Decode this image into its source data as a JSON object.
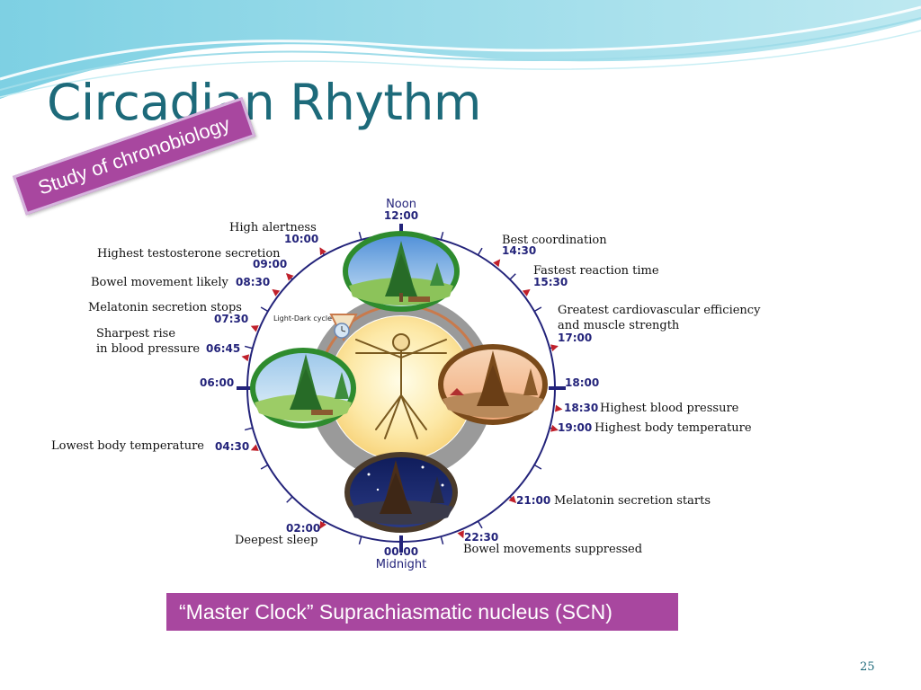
{
  "slide": {
    "title": "Circadian Rhythm",
    "tag": "Study of chronobiology",
    "caption": "“Master Clock”  Suprachiasmatic nucleus (SCN)",
    "page_number": "25"
  },
  "diagram": {
    "noon_label": "Noon",
    "noon_time": "12:00",
    "midnight_label": "Midnight",
    "midnight_time": "00:00",
    "six_am": "06:00",
    "six_pm": "18:00",
    "light_dark_label": "Light-Dark cycle",
    "events": [
      {
        "time": "10:00",
        "label": "High alertness"
      },
      {
        "time": "09:00",
        "label": "Highest testosterone secretion"
      },
      {
        "time": "08:30",
        "label": "Bowel movement likely"
      },
      {
        "time": "07:30",
        "label": "Melatonin secretion stops"
      },
      {
        "time": "06:45",
        "label_line1": "Sharpest rise",
        "label_line2": "in blood pressure"
      },
      {
        "time": "04:30",
        "label": "Lowest body temperature"
      },
      {
        "time": "02:00",
        "label": "Deepest sleep"
      },
      {
        "time": "14:30",
        "label": "Best coordination"
      },
      {
        "time": "15:30",
        "label": "Fastest reaction time"
      },
      {
        "time": "17:00",
        "label_line1": "Greatest cardiovascular efficiency",
        "label_line2": "and muscle strength"
      },
      {
        "time": "18:30",
        "label": "Highest blood pressure"
      },
      {
        "time": "19:00",
        "label": "Highest body temperature"
      },
      {
        "time": "21:00",
        "label": "Melatonin secretion starts"
      },
      {
        "time": "22:30",
        "label": "Bowel movements suppressed"
      }
    ]
  },
  "colors": {
    "title": "#1d6a7a",
    "accent_purple": "#a8479f",
    "time_text": "#23237a",
    "dial": "#23237a",
    "marker": "#c0202a",
    "wave": "#5fc4d6"
  }
}
